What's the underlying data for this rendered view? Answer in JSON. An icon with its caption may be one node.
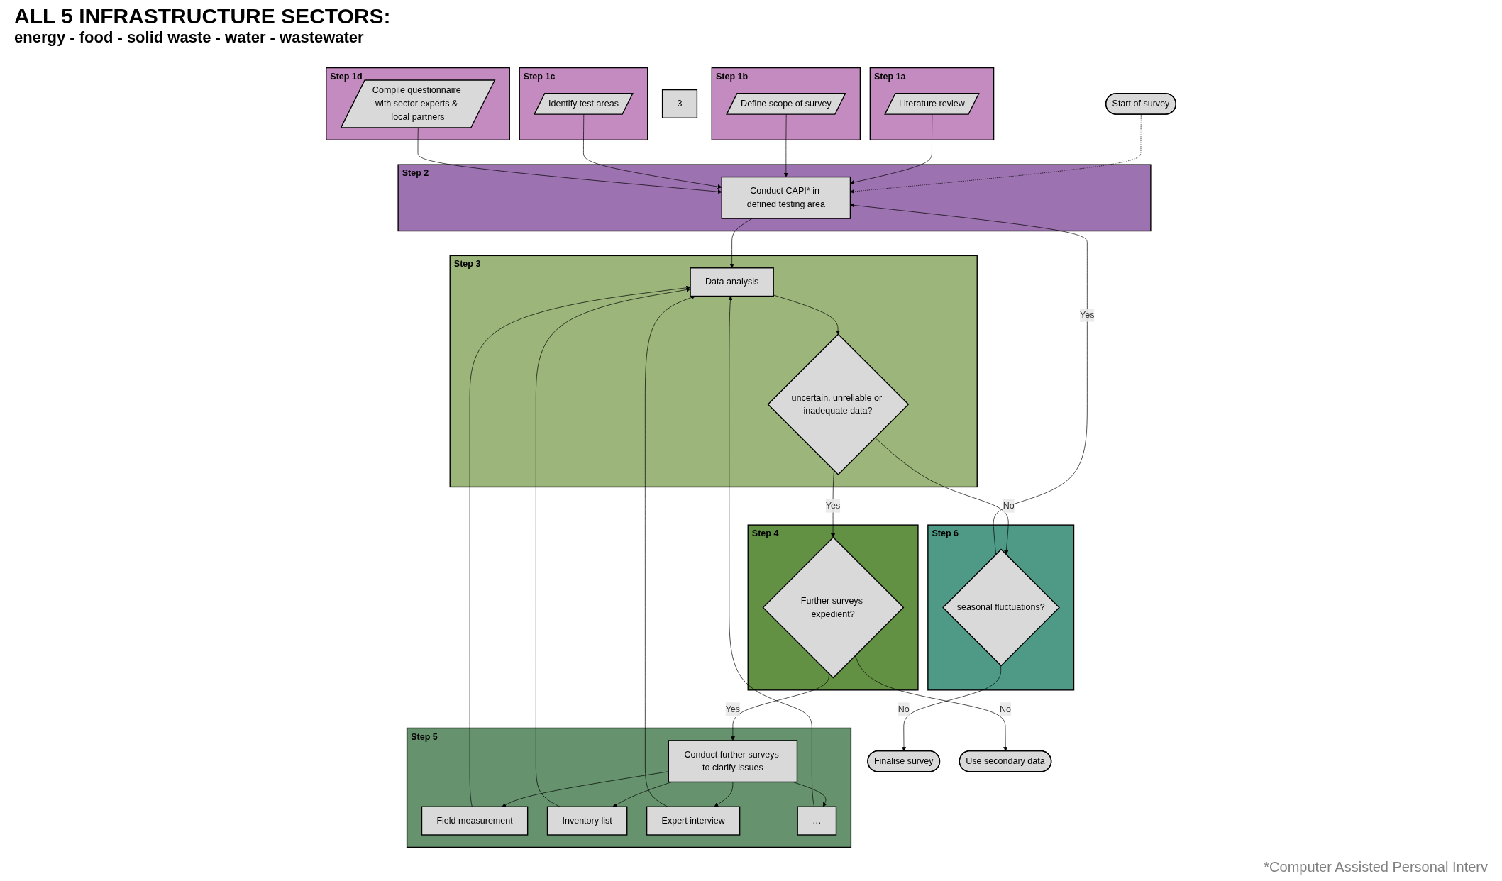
{
  "diagram": {
    "title": "ALL 5 INFRASTRUCTURE SECTORS:",
    "caption": "*Computer Assisted Personal Interv",
    "nodes": [
      {
        "text": [
          "Start of survey"
        ]
      },
      {
        "text": [
          "Step 1a"
        ]
      },
      {
        "text": [
          "Literature review"
        ],
        "in": 1
      },
      {
        "text": [
          "Step 1b"
        ]
      },
      {
        "text": [
          "Define scope of survey"
        ],
        "in": 3
      },
      {
        "text": [
          "Step 2"
        ]
      },
      {
        "text": [
          "Conduct CAPI* in defined testing area"
        ],
        "in": 5
      },
      {
        "text": [
          "Step 1c"
        ]
      },
      {
        "text": [
          "Identify test areas"
        ],
        "in": 7
      },
      {
        "text": [
          "Step 1d"
        ]
      },
      {
        "text": [
          "Compile questionnaire with sector experts & local partners"
        ],
        "in": 9
      },
      {
        "text": [
          "Step 3"
        ]
      },
      {
        "text": [
          "Data analysis"
        ],
        "in": 11
      },
      {
        "text": [
          "uncertain, unreliable or inadequate data?"
        ],
        "in": 11
      },
      {
        "text": [
          "Step 5"
        ]
      },
      {
        "text": [
          "Field measurement"
        ],
        "in": 14
      },
      {
        "text": [
          "Inventory list"
        ],
        "in": 14
      },
      {
        "text": [
          "Expert interview"
        ],
        "in": 14
      },
      {
        "text": [
          "…"
        ],
        "in": 14
      },
      {
        "text": [
          "Conduct further surveys to clarify issues"
        ],
        "in": 14
      },
      {
        "text": [
          "Step 6"
        ]
      },
      {
        "text": [
          "seasonal fluctuations?"
        ],
        "in": 20
      },
      {
        "text": [
          "Step 4"
        ]
      },
      {
        "text": [
          "Further surveys expedient?"
        ],
        "in": 22
      },
      {
        "text": [
          "Finalise survey"
        ]
      },
      {
        "text": [
          "Use secondary data"
        ]
      },
      {
        "text": [
          "3"
        ]
      }
    ],
    "edges": [
      {
        "from": 0,
        "to": 6,
        "arrow": "to",
        "style": "dashed"
      },
      {
        "from": 2,
        "to": 6,
        "arrow": "to"
      },
      {
        "from": 4,
        "to": 6,
        "arrow": "to"
      },
      {
        "from": 8,
        "to": 6,
        "arrow": "to"
      },
      {
        "from": 10,
        "to": 6,
        "arrow": "to"
      },
      {
        "from": 6,
        "to": 12,
        "arrow": "to"
      },
      {
        "from": 12,
        "to": 13,
        "arrow": "to"
      },
      {
        "from": 13,
        "to": 21,
        "arrow": "to",
        "label": "No"
      },
      {
        "from": 13,
        "to": 23,
        "arrow": "to",
        "label": "Yes"
      },
      {
        "from": 21,
        "to": 6,
        "arrow": "to",
        "label": "Yes"
      },
      {
        "from": 21,
        "to": 24,
        "arrow": "to",
        "label": "No"
      },
      {
        "from": 23,
        "to": 25,
        "arrow": "to",
        "label": "No"
      },
      {
        "from": 23,
        "to": 19,
        "arrow": "to",
        "label": "Yes"
      },
      {
        "from": 19,
        "to": 15,
        "arrow": "to"
      },
      {
        "from": 19,
        "to": 16,
        "arrow": "to"
      },
      {
        "from": 19,
        "to": 17,
        "arrow": "to"
      },
      {
        "from": 19,
        "to": 18,
        "arrow": "to"
      },
      {
        "from": 15,
        "to": 12,
        "arrow": "to"
      },
      {
        "from": 16,
        "to": 12,
        "arrow": "to"
      },
      {
        "from": 17,
        "to": 12,
        "arrow": "to"
      },
      {
        "from": 18,
        "to": 12,
        "arrow": "to"
      }
    ],
    "labels": [
      "energy - food - solid waste - water - wastewater"
    ]
  }
}
